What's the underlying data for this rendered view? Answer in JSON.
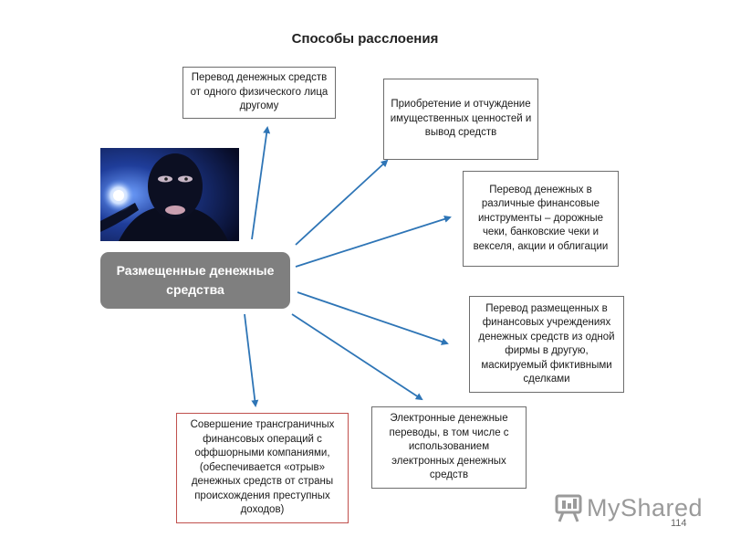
{
  "slide": {
    "title": "Способы расслоения",
    "center_label": "Размещенные денежные средства",
    "page_number": "114",
    "logo_text": "MyShared"
  },
  "boxes": {
    "b1": "Перевод денежных средств от одного физического лица другому",
    "b2": "Приобретение и отчуждение имущественных ценностей и вывод средств",
    "b3": "Перевод денежных в различные финансовые инструменты – дорожные чеки, банковские чеки и векселя, акции и облигации",
    "b4": "Перевод размещенных в финансовых учреждениях денежных средств из одной фирмы в другую, маскируемый фиктивными сделками",
    "b5": "Электронные денежные переводы, в том числе с использованием электронных денежных средств",
    "b6": "Совершение трансграничных финансовых операций с оффшорными компаниями, (обеспечивается «отрыв» денежных средств от страны происхождения преступных доходов)"
  },
  "colors": {
    "arrow": "#2e75b6",
    "center_fill": "#7f7f7f",
    "highlight_border": "#c0504d"
  },
  "icons": [
    "masked-person-image",
    "myshared-logo-icon"
  ]
}
